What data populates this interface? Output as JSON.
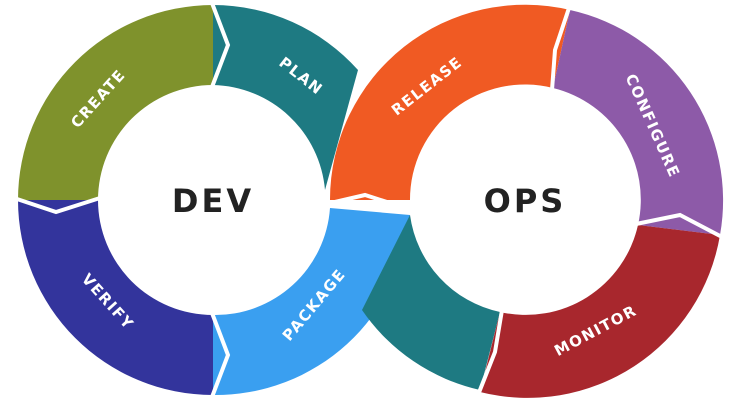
{
  "diagram": {
    "hubs": {
      "dev": "DEV",
      "ops": "OPS"
    },
    "stages": {
      "create": "CREATE",
      "plan": "PLAN",
      "verify": "VERIFY",
      "package": "PACKAGE",
      "release": "RELEASE",
      "configure": "CONFIGURE",
      "monitor": "MONITOR"
    },
    "colors": {
      "create": "#7f922c",
      "plan": "#1e7a82",
      "verify": "#33349c",
      "package": "#3a9ff0",
      "release": "#f05a23",
      "configure": "#8d5aa8",
      "monitor": "#a8272d",
      "connector": "#1e7a82"
    }
  }
}
